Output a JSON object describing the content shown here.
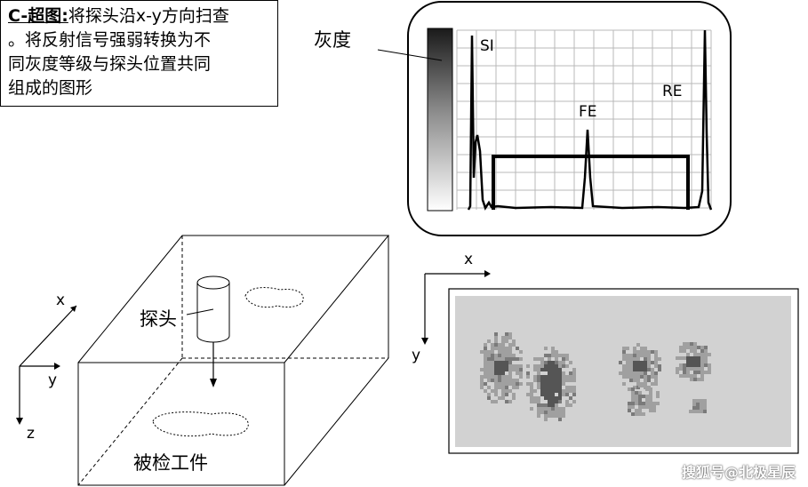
{
  "description": {
    "title": "C-超图:",
    "line1_rest": "将探头沿x-y方向扫查",
    "line2": "。将反射信号强弱转换为不",
    "line3": "同灰度等级与探头位置共同",
    "line4": "组成的图形"
  },
  "grayscale_label": "灰度",
  "ascan": {
    "peak_si": "SI",
    "peak_fe": "FE",
    "peak_re": "RE",
    "colors": {
      "grid": "#b8b8b8",
      "trace": "#000000",
      "gate": "#000000"
    }
  },
  "block": {
    "probe_label": "探头",
    "workpiece_label": "被检工件"
  },
  "axes_left": {
    "x": "x",
    "y": "y",
    "z": "z"
  },
  "axes_right": {
    "x": "x",
    "y": "y"
  },
  "cscan_colors": {
    "background": "#d2d2d2",
    "mid": "#a0a0a0",
    "dark": "#555555"
  },
  "watermark": "搜狐号@北极星辰"
}
